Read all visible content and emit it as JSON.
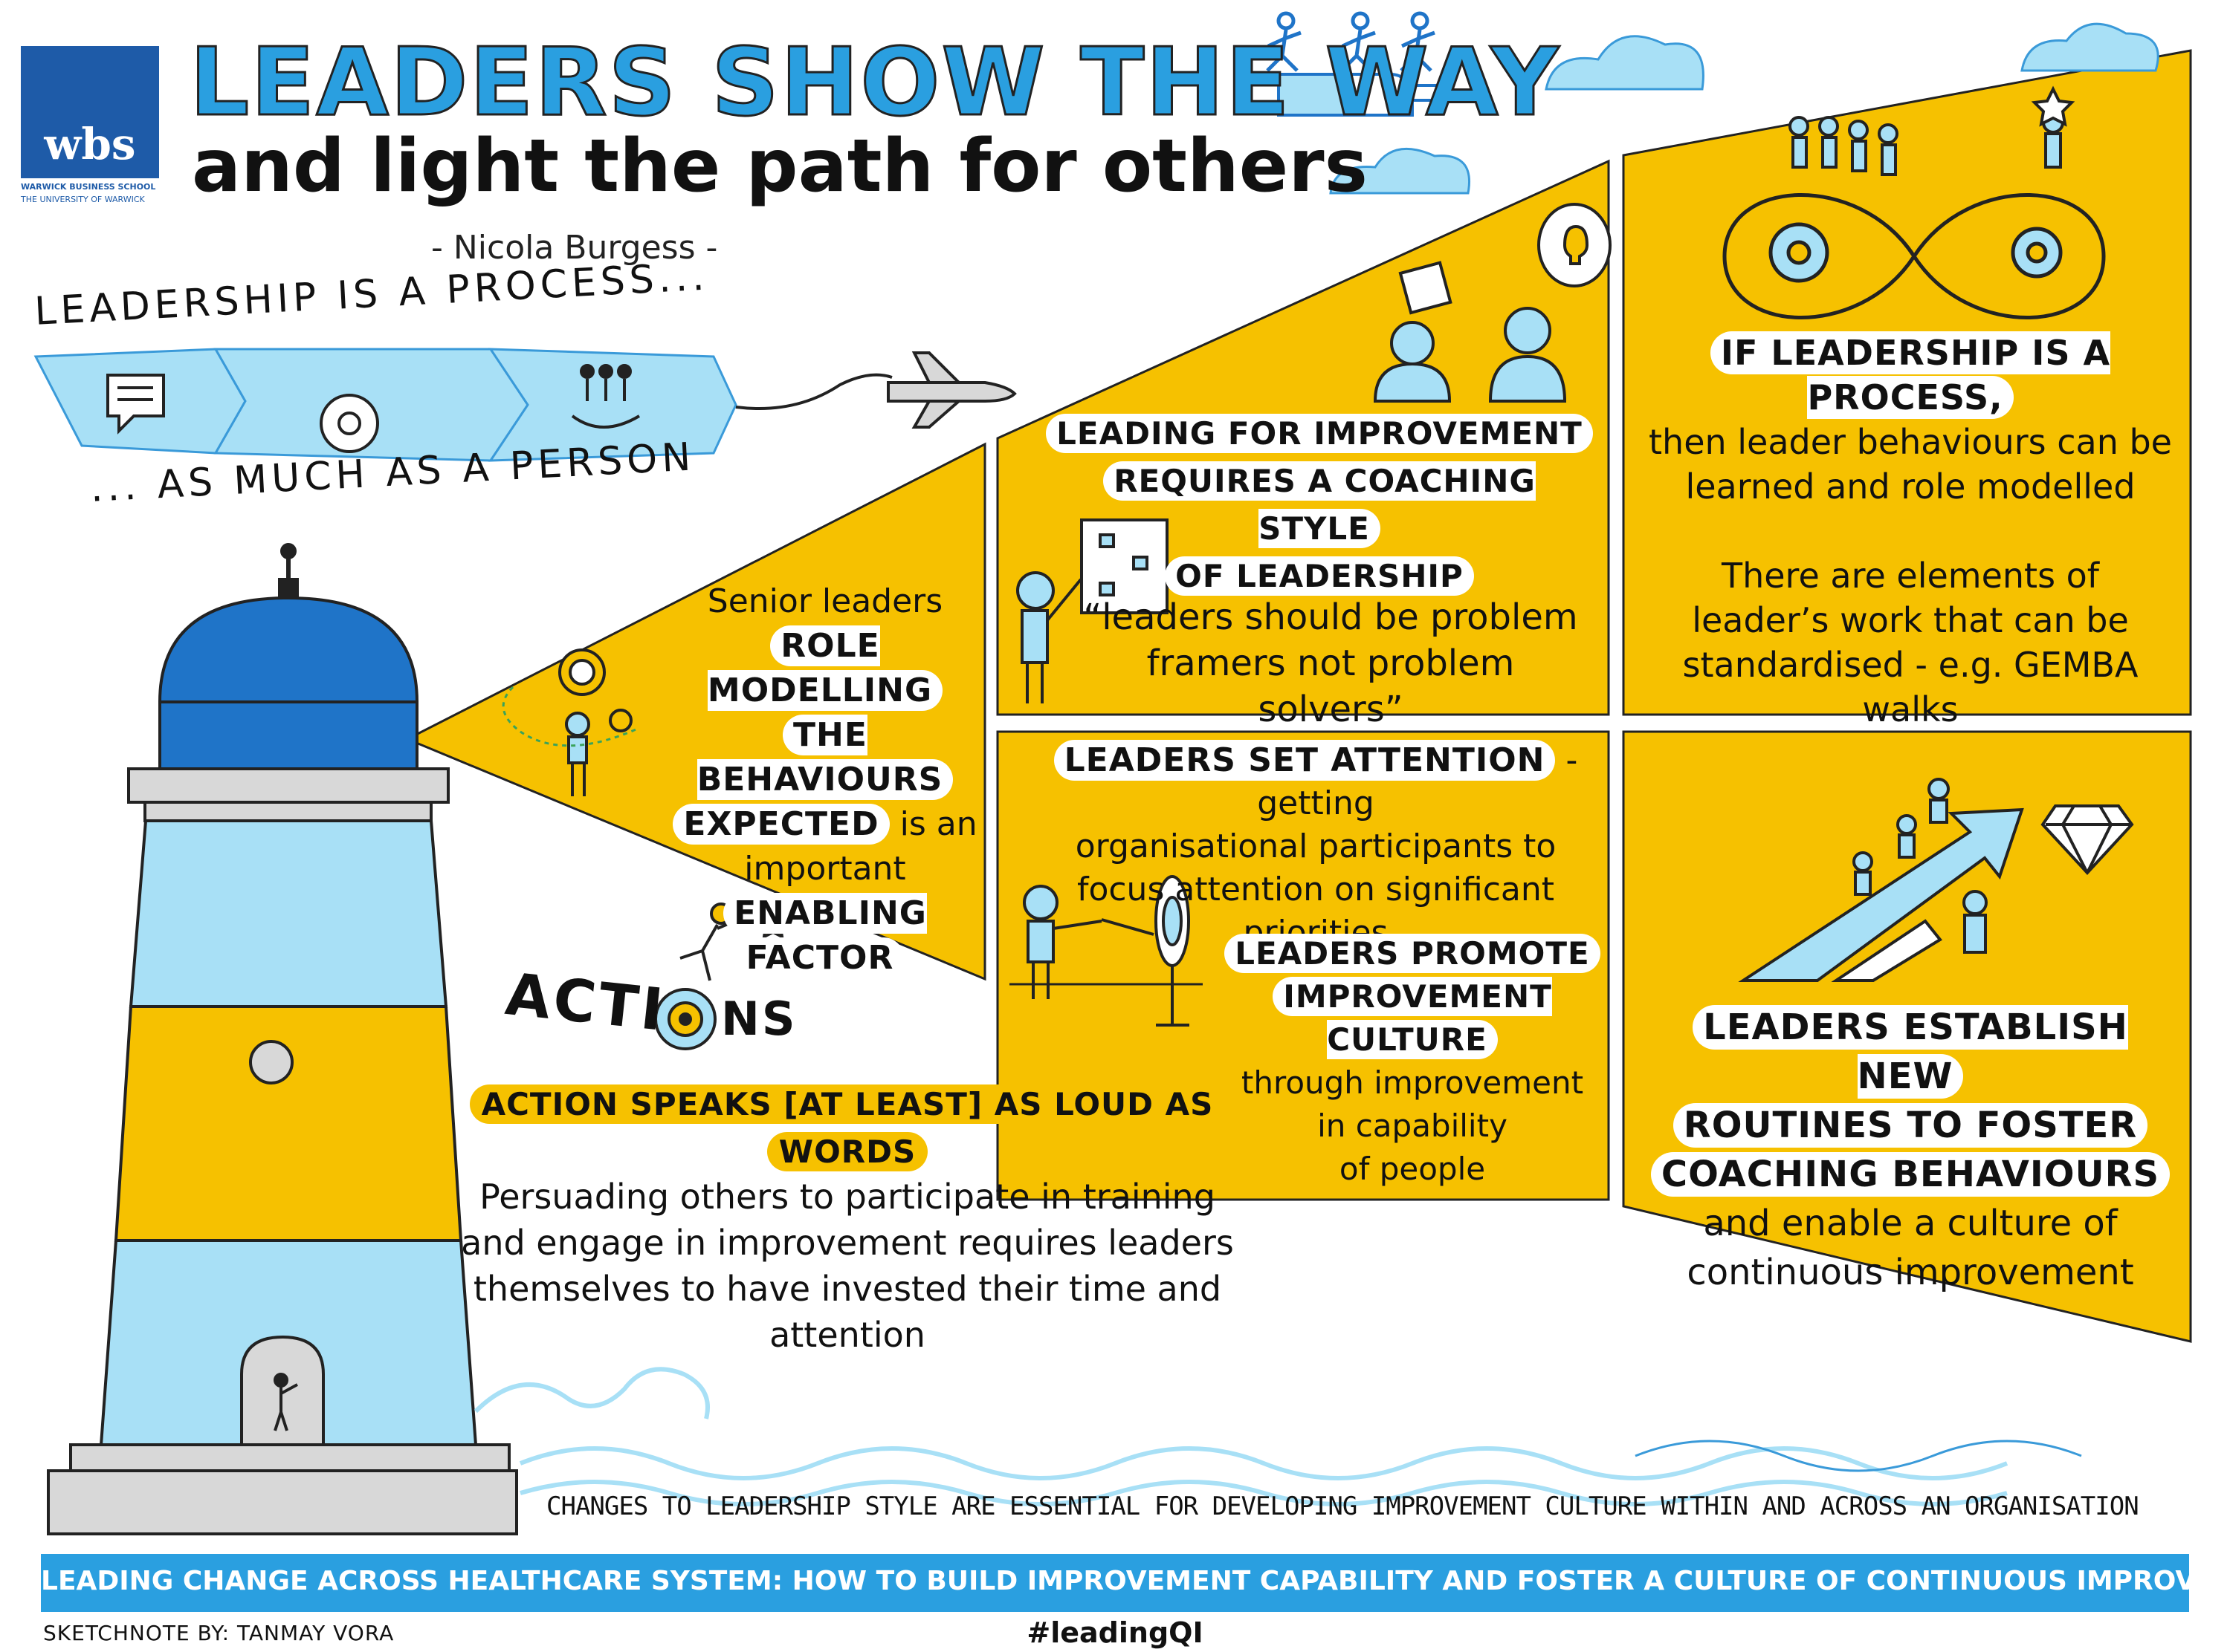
{
  "logo": {
    "mark": "wbs",
    "line1": "WARWICK BUSINESS SCHOOL",
    "line2": "THE UNIVERSITY OF WARWICK"
  },
  "header": {
    "title": "LEADERS SHOW THE WAY",
    "subtitle": "and light the path for others",
    "author": "- Nicola Burgess -"
  },
  "banner": {
    "top": "LEADERSHIP IS A PROCESS...",
    "bottom": "... AS MUCH AS A PERSON",
    "icons": [
      "chat-icon",
      "gear-icon",
      "people-hands-icon",
      "airplane-icon"
    ]
  },
  "beam_left": {
    "line1": "Senior leaders",
    "hl1": "ROLE MODELLING",
    "hl2": "THE BEHAVIOURS",
    "hl3": "EXPECTED",
    "line2": "is an",
    "line3": "important",
    "hl4": "ENABLING FACTOR"
  },
  "panel_coaching": {
    "hl1": "LEADING FOR IMPROVEMENT",
    "hl2": "REQUIRES A COACHING STYLE",
    "hl3": "OF LEADERSHIP",
    "quote1": "“leaders should be problem",
    "quote2": "framers not problem solvers”"
  },
  "panel_process": {
    "hl1": "IF LEADERSHIP IS A PROCESS,",
    "line1": "then leader behaviours can be",
    "line2": "learned and role modelled",
    "line3": "There are elements of",
    "line4": "leader’s work that can be",
    "line5": "standardised - e.g. GEMBA",
    "line6": "walks"
  },
  "panel_attention": {
    "hl1": "LEADERS SET ATTENTION",
    "line1": "- getting",
    "line2": "organisational participants to",
    "line3": "focus attention on significant",
    "line4": "priorities",
    "hl2": "LEADERS PROMOTE",
    "hl3": "IMPROVEMENT CULTURE",
    "line5": "through improvement",
    "line6": "in capability",
    "line7": "of people"
  },
  "panel_routines": {
    "hl1": "LEADERS ESTABLISH NEW",
    "hl2": "ROUTINES TO FOSTER",
    "hl3": "COACHING BEHAVIOURS",
    "line1": "and enable a culture of",
    "line2": "continuous improvement"
  },
  "actions": {
    "word_a": "ACTI",
    "word_b": "NS",
    "hl1": "ACTION SPEAKS [AT LEAST] AS LOUD AS",
    "hl2": "WORDS",
    "body1": "Persuading others to participate in training",
    "body2": "and engage in improvement requires leaders",
    "body3": "themselves to have invested their time and",
    "body4": "attention"
  },
  "footer": {
    "tagline": "CHANGES TO LEADERSHIP STYLE ARE ESSENTIAL FOR DEVELOPING IMPROVEMENT CULTURE WITHIN AND ACROSS AN ORGANISATION",
    "bar": "LEADING CHANGE ACROSS HEALTHCARE SYSTEM:  HOW TO BUILD IMPROVEMENT CAPABILITY AND FOSTER A CULTURE OF CONTINUOUS IMPROVEMENT",
    "credit": "SKETCHNOTE BY: TANMAY VORA",
    "hashtag": "#leadingQI"
  },
  "colors": {
    "yellow": "#f6c100",
    "light_blue": "#a8e0f6",
    "mid_blue": "#3a9ad9",
    "dark_blue": "#1f74c8",
    "logo_blue": "#1e5ba8",
    "bar_blue": "#2a9fe0",
    "grey": "#d8d8d8"
  }
}
